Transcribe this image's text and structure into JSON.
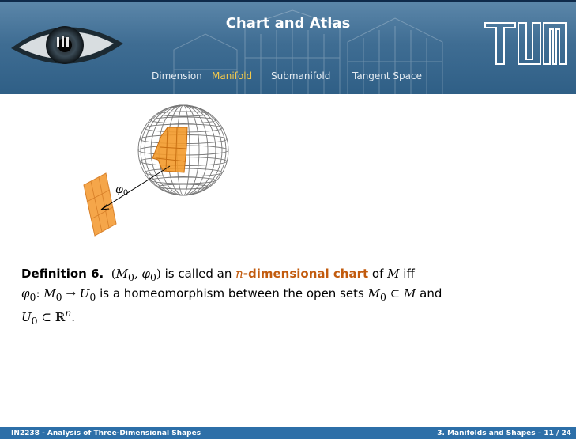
{
  "header": {
    "title": "Chart and Atlas",
    "nav": [
      {
        "label": "Dimension",
        "active": false
      },
      {
        "label": "Manifold",
        "active": true
      },
      {
        "label": "Submanifold",
        "active": false
      },
      {
        "label": "Tangent Space",
        "active": false
      }
    ]
  },
  "figure": {
    "map_label": "φ0",
    "highlight_color": "#f39a2b",
    "grid_color": "#777777"
  },
  "definition": {
    "label": "Definition 6.",
    "line1": {
      "pair": "(M0, φ0)",
      "text_a": " is called an ",
      "n": "n",
      "term": "-dimensional chart",
      "text_b": " of ",
      "M": "M",
      "text_c": " iff"
    },
    "line2": {
      "map": "φ0 : M0 → U0",
      "text_a": " is a homeomorphism between the open sets ",
      "subset": "M0 ⊂ M",
      "text_b": " and"
    },
    "line3": {
      "subset": "U0 ⊂ ℝⁿ",
      "text_a": "."
    }
  },
  "footer": {
    "left": "IN2238 - Analysis of Three-Dimensional Shapes",
    "right": "3. Manifolds and Shapes – 11 / 24"
  },
  "colors": {
    "header_blue": "#3f6d93",
    "footer_blue": "#2d6fa8",
    "nav_active": "#f2c94c",
    "term_orange": "#c25b0e"
  }
}
